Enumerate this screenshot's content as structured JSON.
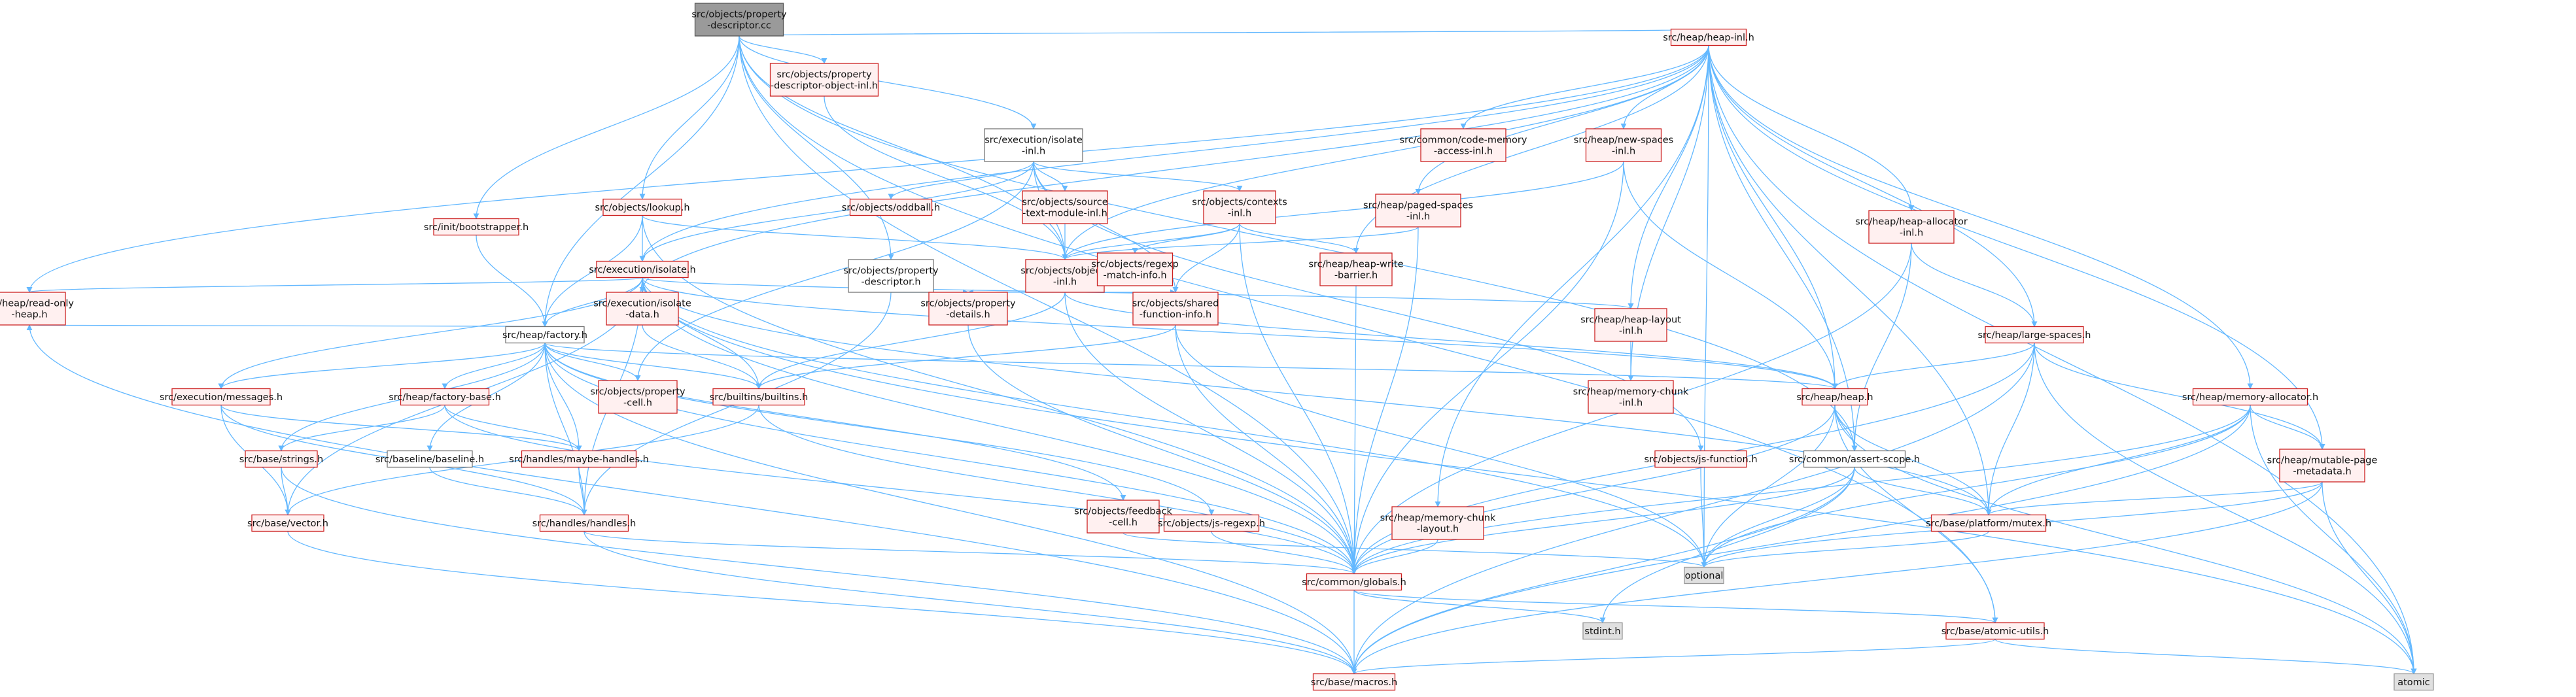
{
  "graph": {
    "edge_color": "#63b8ff",
    "node_colors": {
      "red_border": "#cc2222",
      "red_fill": "#fff0f0",
      "root_fill": "#9a9a9a",
      "external_fill": "#e0e0e0"
    },
    "nodes": {
      "root": {
        "lines": [
          "src/objects/property",
          "-descriptor.cc"
        ]
      },
      "heapinl": {
        "lines": [
          "src/heap/heap-inl.h"
        ]
      },
      "pdobjinl": {
        "lines": [
          "src/objects/property",
          "-descriptor-object-inl.h"
        ]
      },
      "isolateinl": {
        "lines": [
          "src/execution/isolate",
          "-inl.h"
        ]
      },
      "lookup": {
        "lines": [
          "src/objects/lookup.h"
        ]
      },
      "bootstrapper": {
        "lines": [
          "src/init/bootstrapper.h"
        ]
      },
      "readonly": {
        "lines": [
          "src/heap/read-only",
          "-heap.h"
        ]
      },
      "isolateh": {
        "lines": [
          "src/execution/isolate.h"
        ]
      },
      "factory": {
        "lines": [
          "src/heap/factory.h"
        ]
      },
      "oddball": {
        "lines": [
          "src/objects/oddball.h"
        ]
      },
      "stmi": {
        "lines": [
          "src/objects/source",
          "-text-module-inl.h"
        ]
      },
      "ctxinl": {
        "lines": [
          "src/objects/contexts",
          "-inl.h"
        ]
      },
      "objinl": {
        "lines": [
          "src/objects/objects",
          "-inl.h"
        ]
      },
      "pdh": {
        "lines": [
          "src/objects/property",
          "-descriptor.h"
        ]
      },
      "rxmatch": {
        "lines": [
          "src/objects/regexp",
          "-match-info.h"
        ]
      },
      "codememinl": {
        "lines": [
          "src/common/code-memory",
          "-access-inl.h"
        ]
      },
      "newspaces": {
        "lines": [
          "src/heap/new-spaces",
          "-inl.h"
        ]
      },
      "pagedspaces": {
        "lines": [
          "src/heap/paged-spaces",
          "-inl.h"
        ]
      },
      "hwb": {
        "lines": [
          "src/heap/heap-write",
          "-barrier.h"
        ]
      },
      "halloc": {
        "lines": [
          "src/heap/heap-allocator",
          "-inl.h"
        ]
      },
      "isodata": {
        "lines": [
          "src/execution/isolate",
          "-data.h"
        ]
      },
      "pdetails": {
        "lines": [
          "src/objects/property",
          "-details.h"
        ]
      },
      "sfi": {
        "lines": [
          "src/objects/shared",
          "-function-info.h"
        ]
      },
      "hlayout": {
        "lines": [
          "src/heap/heap-layout",
          "-inl.h"
        ]
      },
      "largespaces": {
        "lines": [
          "src/heap/large-spaces.h"
        ]
      },
      "messages": {
        "lines": [
          "src/execution/messages.h"
        ]
      },
      "factorybase": {
        "lines": [
          "src/heap/factory-base.h"
        ]
      },
      "pcell": {
        "lines": [
          "src/objects/property",
          "-cell.h"
        ]
      },
      "builtins": {
        "lines": [
          "src/builtins/builtins.h"
        ]
      },
      "mcinl": {
        "lines": [
          "src/heap/memory-chunk",
          "-inl.h"
        ]
      },
      "heaph": {
        "lines": [
          "src/heap/heap.h"
        ]
      },
      "memalloc": {
        "lines": [
          "src/heap/memory-allocator.h"
        ]
      },
      "strings": {
        "lines": [
          "src/base/strings.h"
        ]
      },
      "baseline": {
        "lines": [
          "src/baseline/baseline.h"
        ]
      },
      "maybehandles": {
        "lines": [
          "src/handles/maybe-handles.h"
        ]
      },
      "jsfunc": {
        "lines": [
          "src/objects/js-function.h"
        ]
      },
      "assertscope": {
        "lines": [
          "src/common/assert-scope.h"
        ]
      },
      "mutablepage": {
        "lines": [
          "src/heap/mutable-page",
          "-metadata.h"
        ]
      },
      "vector": {
        "lines": [
          "src/base/vector.h"
        ]
      },
      "handles": {
        "lines": [
          "src/handles/handles.h"
        ]
      },
      "feedbackcell": {
        "lines": [
          "src/objects/feedback",
          "-cell.h"
        ]
      },
      "jsregexp": {
        "lines": [
          "src/objects/js-regexp.h"
        ]
      },
      "mclayout": {
        "lines": [
          "src/heap/memory-chunk",
          "-layout.h"
        ]
      },
      "platformmutex": {
        "lines": [
          "src/base/platform/mutex.h"
        ]
      },
      "optional": {
        "lines": [
          "optional"
        ]
      },
      "globals": {
        "lines": [
          "src/common/globals.h"
        ]
      },
      "stdint": {
        "lines": [
          "stdint.h"
        ]
      },
      "atomicutils": {
        "lines": [
          "src/base/atomic-utils.h"
        ]
      },
      "macros": {
        "lines": [
          "src/base/macros.h"
        ]
      },
      "atomic": {
        "lines": [
          "atomic"
        ]
      }
    }
  }
}
